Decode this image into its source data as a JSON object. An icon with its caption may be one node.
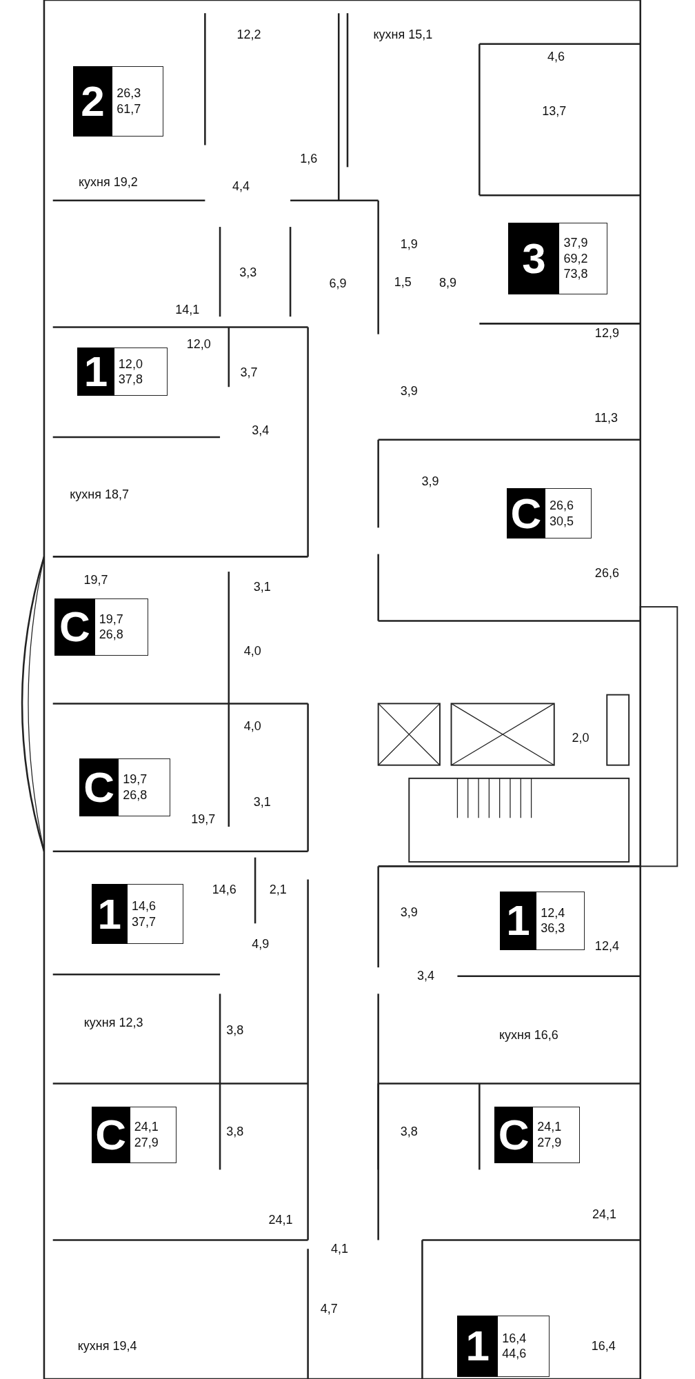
{
  "diagram": {
    "nodes": [
      {
        "text": [
          "2",
          "26,3",
          "61,7"
        ]
      },
      {
        "text": [
          "3",
          "37,9",
          "69,2",
          "73,8"
        ]
      },
      {
        "text": [
          "1",
          "12,0",
          "37,8"
        ]
      },
      {
        "text": [
          "С",
          "26,6",
          "30,5"
        ]
      },
      {
        "text": [
          "С",
          "19,7",
          "26,8"
        ]
      },
      {
        "text": [
          "С",
          "19,7",
          "26,8"
        ]
      },
      {
        "text": [
          "1",
          "14,6",
          "37,7"
        ]
      },
      {
        "text": [
          "1",
          "12,4",
          "36,3"
        ]
      },
      {
        "text": [
          "С",
          "24,1",
          "27,9"
        ]
      },
      {
        "text": [
          "С",
          "24,1",
          "27,9"
        ]
      },
      {
        "text": [
          "1",
          "16,4",
          "44,6"
        ]
      }
    ],
    "labels": [
      "12,2",
      "кухня 15,1",
      "4,6",
      "13,7",
      "1,6",
      "кухня 19,2",
      "4,4",
      "1,9",
      "3,3",
      "6,9",
      "1,5",
      "8,9",
      "14,1",
      "12,9",
      "12,0",
      "3,7",
      "3,9",
      "11,3",
      "3,4",
      "3,9",
      "кухня 18,7",
      "19,7",
      "3,1",
      "26,6",
      "4,0",
      "4,0",
      "2,0",
      "3,1",
      "19,7",
      "14,6",
      "2,1",
      "3,9",
      "4,9",
      "12,4",
      "3,4",
      "кухня 12,3",
      "3,8",
      "кухня 16,6",
      "3,8",
      "3,8",
      "24,1",
      "24,1",
      "4,1",
      "4,7",
      "кухня 19,4",
      "16,4"
    ]
  }
}
